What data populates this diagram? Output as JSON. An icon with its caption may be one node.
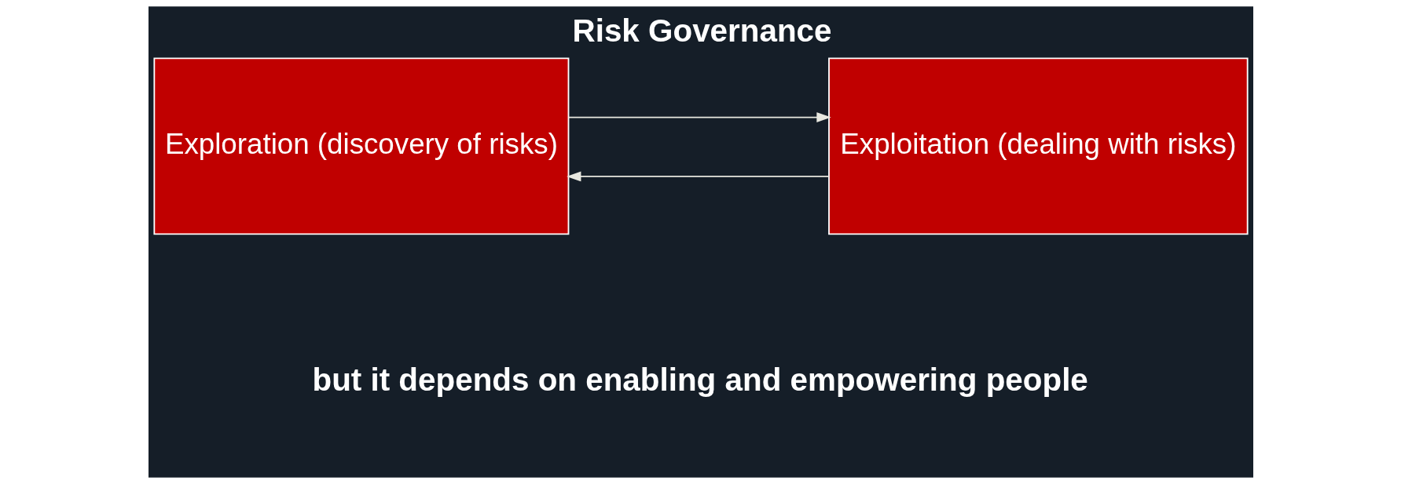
{
  "diagram": {
    "title": "Risk Governance",
    "caption": "but it depends on enabling and empowering people",
    "nodes": [
      {
        "text": [
          "Exploration (discovery of risks)"
        ]
      },
      {
        "text": [
          "Exploitation (dealing with risks)"
        ]
      }
    ],
    "edges": [
      {
        "from": 0,
        "to": 1,
        "arrow": "to"
      },
      {
        "from": 1,
        "to": 0,
        "arrow": "to"
      }
    ]
  }
}
